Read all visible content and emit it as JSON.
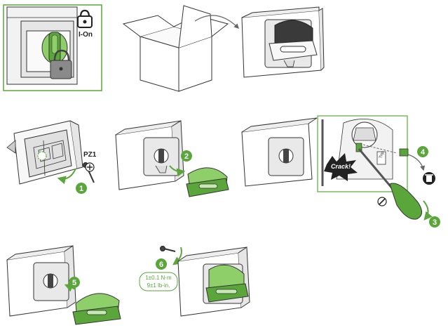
{
  "labels": {
    "lock_state": "I-On",
    "screwdriver_bit": "PZ1",
    "crack": "Crack!",
    "trip": "Trip",
    "torque_metric": "1±0.1 N·m",
    "torque_imperial": "9±1 lb-in."
  },
  "steps": [
    "1",
    "2",
    "3",
    "4",
    "5",
    "6"
  ],
  "colors": {
    "accent_green": "#5aa63a",
    "green_fill": "#8fcf6a",
    "line": "#333333",
    "box_gray": "#e8e8e8"
  },
  "icons": [
    "padlock-icon",
    "box-icon",
    "screw-icon",
    "phillips-icon",
    "screwdriver-icon",
    "recycle-icon",
    "flat-slot-icon"
  ]
}
